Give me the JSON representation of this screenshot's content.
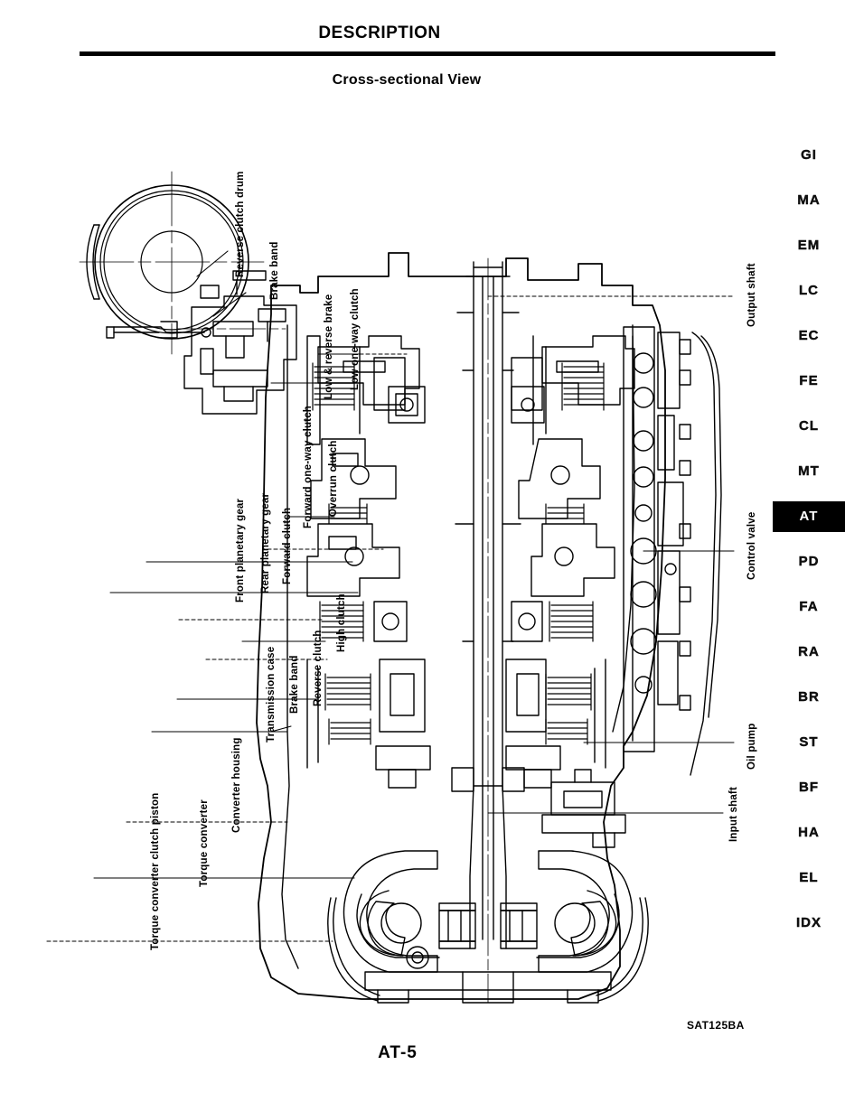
{
  "header": {
    "title": "DESCRIPTION"
  },
  "section": {
    "subtitle": "Cross-sectional View"
  },
  "figure": {
    "code": "SAT125BA",
    "callouts": [
      {
        "id": "reverse-clutch-drum",
        "label": "Reverse clutch drum"
      },
      {
        "id": "brake-band-top",
        "label": "Brake band"
      },
      {
        "id": "low-reverse-brake",
        "label": "Low & reverse brake"
      },
      {
        "id": "low-one-way-clutch",
        "label": "Low one-way clutch"
      },
      {
        "id": "forward-one-way-clutch",
        "label": "Forward one-way clutch"
      },
      {
        "id": "overrun-clutch",
        "label": "Overrun clutch"
      },
      {
        "id": "front-planetary-gear",
        "label": "Front planetary gear"
      },
      {
        "id": "rear-planetary-gear",
        "label": "Rear planetary gear"
      },
      {
        "id": "forward-clutch",
        "label": "Forward clutch"
      },
      {
        "id": "transmission-case",
        "label": "Transmission case"
      },
      {
        "id": "brake-band",
        "label": "Brake band"
      },
      {
        "id": "reverse-clutch",
        "label": "Reverse clutch"
      },
      {
        "id": "high-clutch",
        "label": "High clutch"
      },
      {
        "id": "converter-housing",
        "label": "Converter housing"
      },
      {
        "id": "torque-converter",
        "label": "Torque converter"
      },
      {
        "id": "torque-converter-clutch-piston",
        "label": "Torque converter clutch piston"
      },
      {
        "id": "output-shaft",
        "label": "Output shaft"
      },
      {
        "id": "control-valve",
        "label": "Control valve"
      },
      {
        "id": "oil-pump",
        "label": "Oil pump"
      },
      {
        "id": "input-shaft",
        "label": "Input shaft"
      }
    ]
  },
  "tabs": {
    "active": "AT",
    "items": [
      {
        "label": "GI"
      },
      {
        "label": "MA"
      },
      {
        "label": "EM"
      },
      {
        "label": "LC"
      },
      {
        "label": "EC"
      },
      {
        "label": "FE"
      },
      {
        "label": "CL"
      },
      {
        "label": "MT"
      },
      {
        "label": "AT"
      },
      {
        "label": "PD"
      },
      {
        "label": "FA"
      },
      {
        "label": "RA"
      },
      {
        "label": "BR"
      },
      {
        "label": "ST"
      },
      {
        "label": "BF"
      },
      {
        "label": "HA"
      },
      {
        "label": "EL"
      },
      {
        "label": "IDX"
      }
    ]
  },
  "footer": {
    "page_number": "AT-5"
  }
}
